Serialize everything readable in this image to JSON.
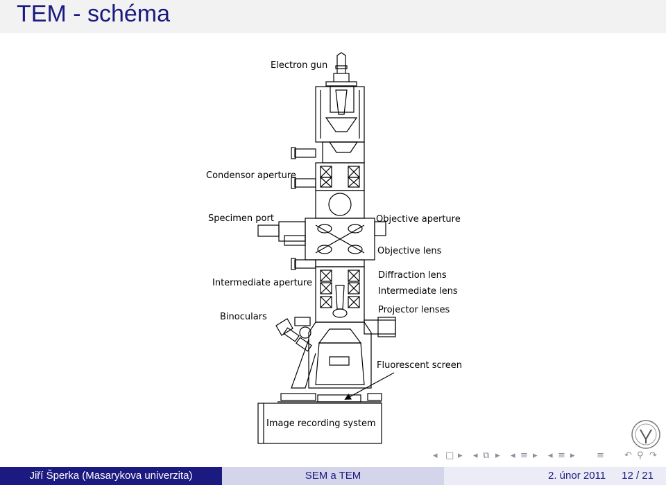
{
  "slide": {
    "title": "TEM - schéma"
  },
  "diagram": {
    "labels": {
      "electron_gun": "Electron gun",
      "condensor_aperture": "Condensor aperture",
      "specimen_port": "Specimen port",
      "objective_aperture": "Objective aperture",
      "objective_lens": "Objective lens",
      "intermediate_aperture": "Intermediate aperture",
      "diffraction_lens": "Diffraction lens",
      "intermediate_lens": "Intermediate lens",
      "projector_lenses": "Projector lenses",
      "binoculars": "Binoculars",
      "fluorescent_screen": "Fluorescent screen",
      "image_recording_system": "Image recording system"
    }
  },
  "navigation": {
    "icons": [
      "nav-left-arrow",
      "frame-icon",
      "nav-right-arrow",
      "nav-left-arrow",
      "subsection-icon",
      "nav-right-arrow",
      "nav-left-arrow",
      "section-icon",
      "nav-right-arrow",
      "nav-left-arrow",
      "doc-icon",
      "nav-right-arrow",
      "align-icon",
      "back-icon",
      "search-icon",
      "forward-icon"
    ]
  },
  "footer": {
    "author": "Jiří Šperka  (Masarykova univerzita)",
    "short_title": "SEM a TEM",
    "date": "2. únor 2011",
    "page": "12 / 21"
  },
  "colors": {
    "accent": "#1a1a80",
    "footer_mid": "#d4d4ea",
    "footer_right": "#ececf6",
    "header_bg": "#f2f2f2"
  }
}
